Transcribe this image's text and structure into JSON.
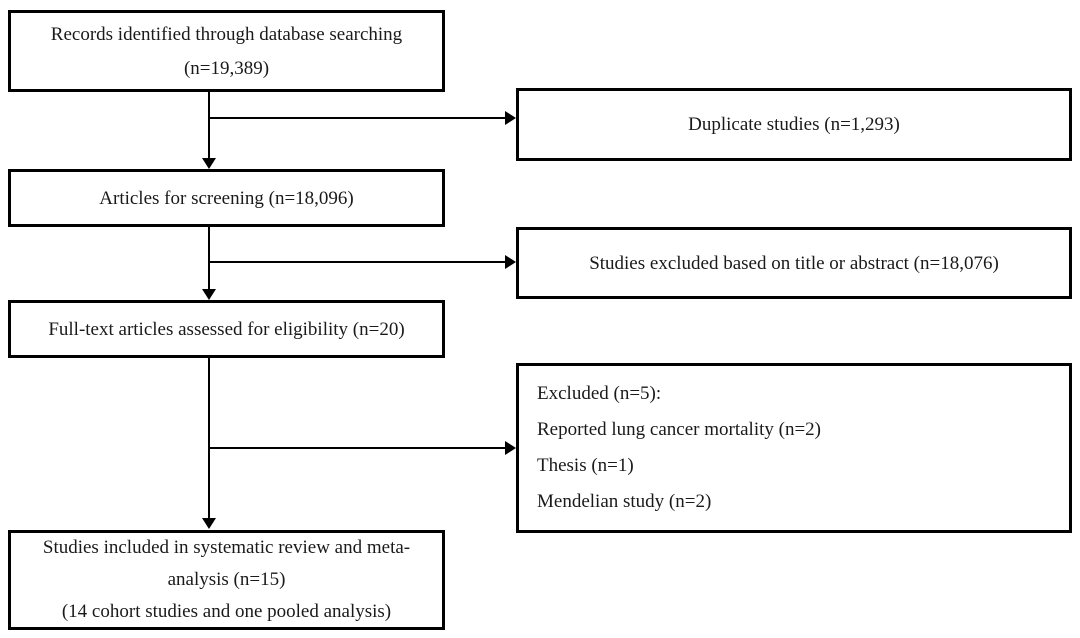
{
  "flowchart": {
    "records_identified": {
      "line1": "Records identified through database searching",
      "line2": "(n=19,389)"
    },
    "duplicate_studies": {
      "text": "Duplicate studies (n=1,293)"
    },
    "articles_screening": {
      "text": "Articles for screening (n=18,096)"
    },
    "excluded_title_abstract": {
      "text": "Studies excluded based on title or abstract (n=18,076)"
    },
    "fulltext_assessed": {
      "text": "Full-text articles assessed for eligibility (n=20)"
    },
    "excluded_fulltext": {
      "line1": "Excluded (n=5):",
      "line2": "Reported lung cancer mortality (n=2)",
      "line3": "Thesis (n=1)",
      "line4": "Mendelian study (n=2)"
    },
    "included": {
      "line1": "Studies included in systematic review and meta-analysis (n=15)",
      "line2": "(14 cohort studies and one pooled analysis)"
    }
  },
  "colors": {
    "background": "#ffffff",
    "box_border": "#000000",
    "text": "#1a1a1a",
    "arrow": "#000000"
  }
}
